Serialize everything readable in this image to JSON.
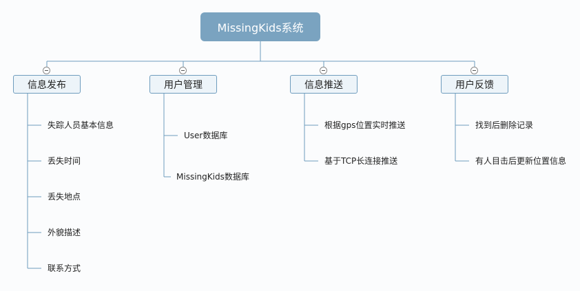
{
  "root": {
    "label": "MissingKids系统"
  },
  "branches": [
    {
      "label": "信息发布",
      "items": [
        "失踪人员基本信息",
        "丢失时间",
        "丢失地点",
        "外貌描述",
        "联系方式"
      ]
    },
    {
      "label": "用户管理",
      "items": [
        "User数据库",
        "MissingKids数据库"
      ]
    },
    {
      "label": "信息推送",
      "items": [
        "根据gps位置实时推送",
        "基于TCP长连接推送"
      ]
    },
    {
      "label": "用户反馈",
      "items": [
        "找到后删除记录",
        "有人目击后更新位置信息"
      ]
    }
  ],
  "colors": {
    "root_fill": "#7aa3c0",
    "branch_fill": "#edf4f9",
    "branch_border": "#6e9cbd",
    "line": "#6e9cbd"
  },
  "icons": {
    "collapse": "collapse-minus-icon"
  }
}
